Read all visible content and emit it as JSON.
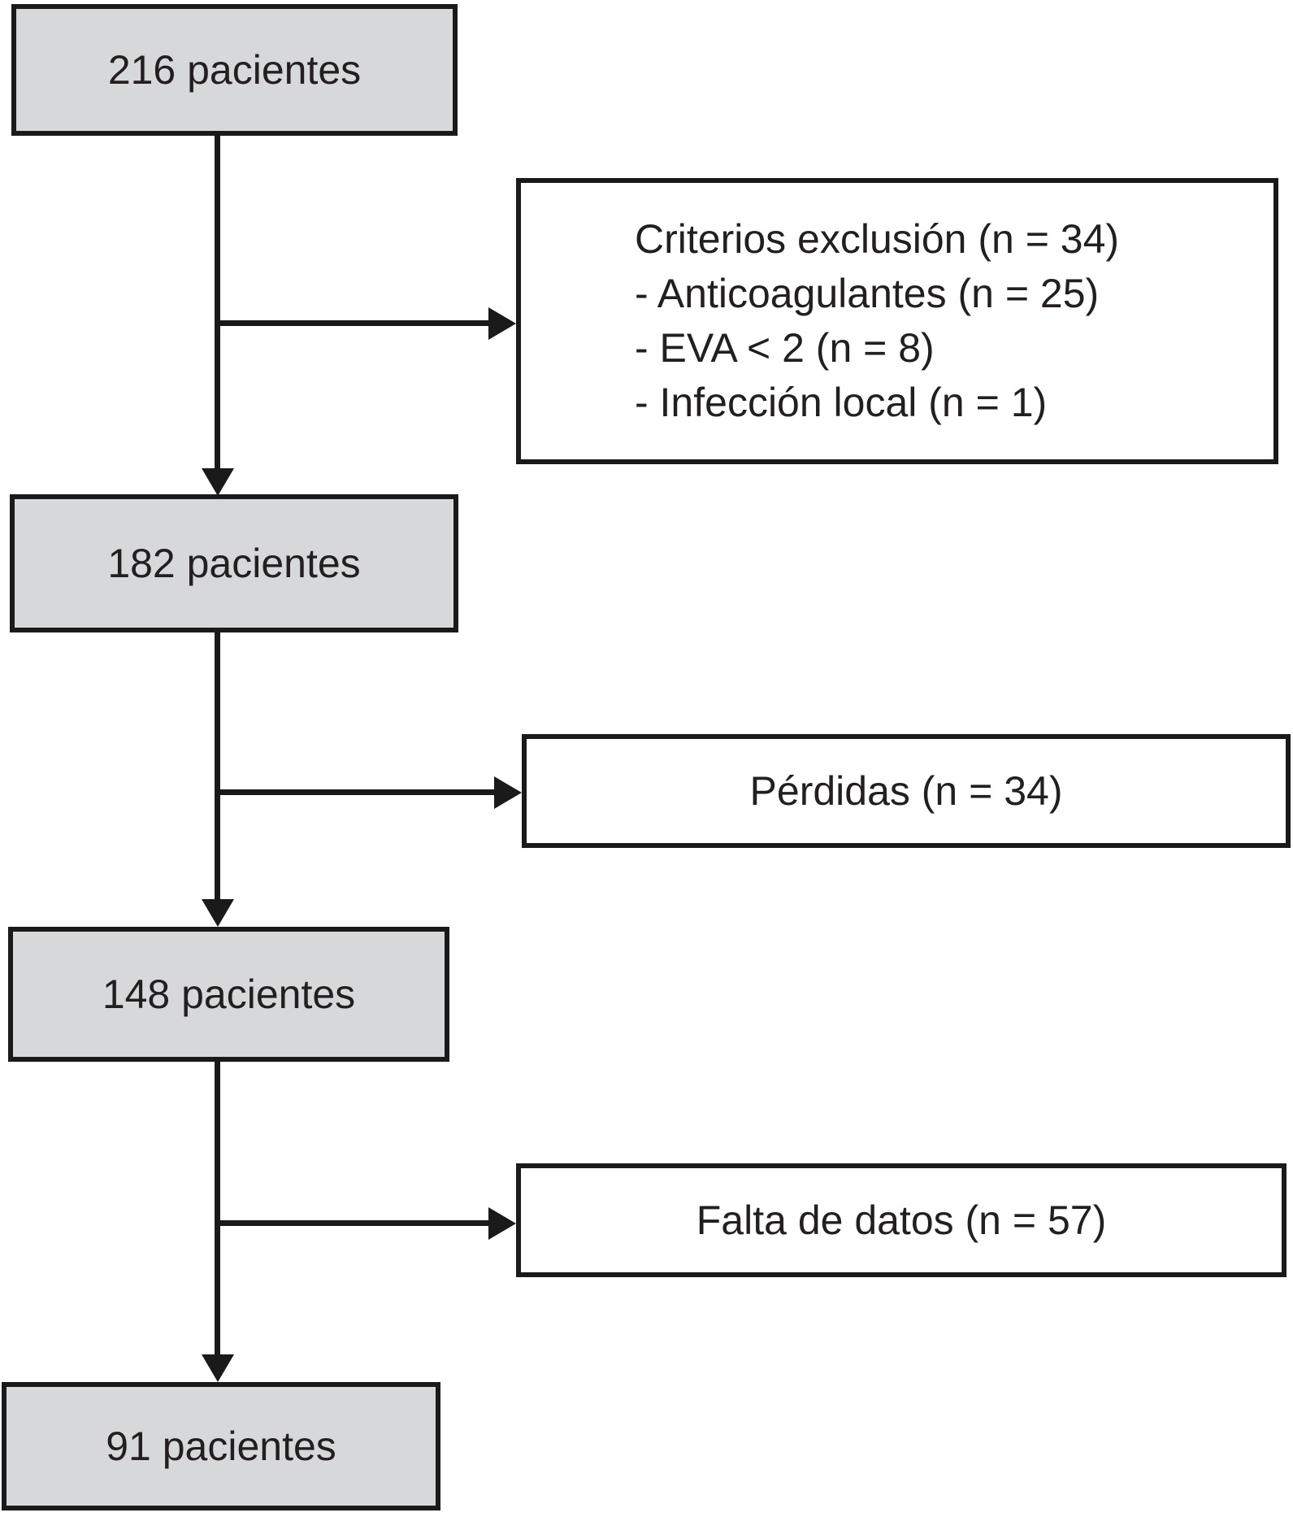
{
  "diagram": {
    "type": "flowchart",
    "language": "es",
    "colors": {
      "node_fill": "#d7d8d9",
      "box_border": "#1a1a1a",
      "line": "#1a1a1a",
      "text": "#231f20",
      "background": "#ffffff"
    },
    "main_nodes": [
      {
        "label": "216 pacientes"
      },
      {
        "label": "182 pacientes"
      },
      {
        "label": "148 pacientes"
      },
      {
        "label": "91 pacientes"
      }
    ],
    "branch_boxes": [
      {
        "lines": [
          "Criterios exclusión (n = 34)",
          "- Anticoagulantes (n = 25)",
          "- EVA < 2 (n = 8)",
          "- Infección local (n = 1)"
        ]
      },
      {
        "lines": [
          "Pérdidas (n = 34)"
        ]
      },
      {
        "lines": [
          "Falta de datos (n = 57)"
        ]
      }
    ],
    "flow": [
      {
        "from": "216 pacientes",
        "branch": "Criterios exclusión (n = 34)",
        "to": "182 pacientes"
      },
      {
        "from": "182 pacientes",
        "branch": "Pérdidas (n = 34)",
        "to": "148 pacientes"
      },
      {
        "from": "148 pacientes",
        "branch": "Falta de datos (n = 57)",
        "to": "91 pacientes"
      }
    ]
  }
}
